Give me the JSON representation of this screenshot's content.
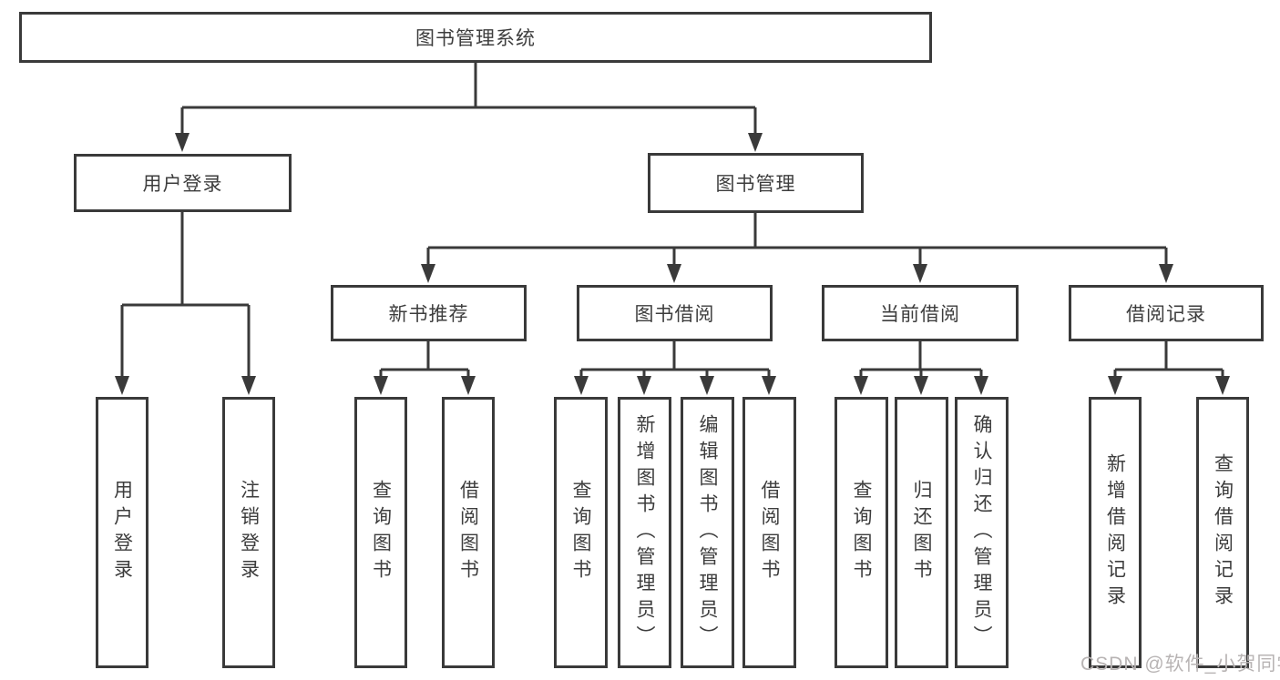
{
  "diagram": {
    "root": {
      "label": "图书管理系统"
    },
    "level2": [
      {
        "label": "用户登录"
      },
      {
        "label": "图书管理"
      }
    ],
    "level3": [
      {
        "label": "新书推荐"
      },
      {
        "label": "图书借阅"
      },
      {
        "label": "当前借阅"
      },
      {
        "label": "借阅记录"
      }
    ],
    "leaves": {
      "login": [
        "用户登录",
        "注销登录"
      ],
      "recommend": [
        "查询图书",
        "借阅图书"
      ],
      "borrow": [
        "查询图书",
        "新增图书（管理员）",
        "编辑图书（管理员）",
        "借阅图书"
      ],
      "current": [
        "查询图书",
        "归还图书",
        "确认归还（管理员）"
      ],
      "records": [
        "新增借阅记录",
        "查询借阅记录"
      ]
    },
    "line_color": "#3a3a3a",
    "text_color": "#3d3d3d"
  },
  "watermark": {
    "text": "CSDN @软件_小贺同学",
    "color": "#b8b4b4"
  }
}
